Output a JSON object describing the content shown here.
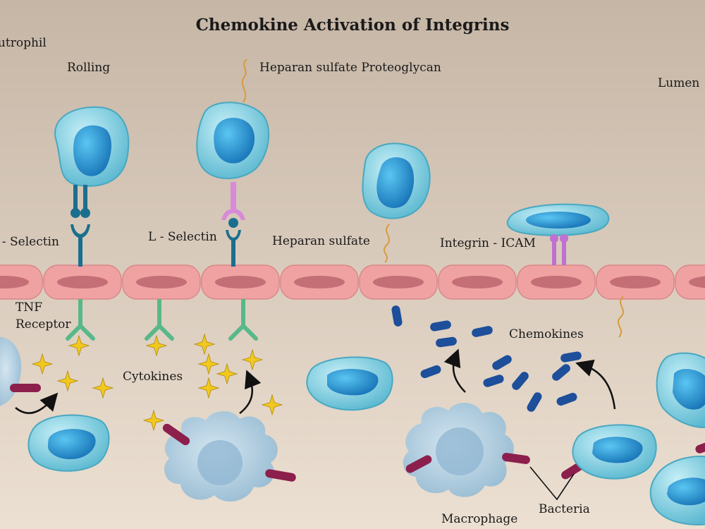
{
  "title": "Chemokine Activation of Integrins",
  "labels": {
    "neutrophil": "Neutrophil",
    "rolling": "Rolling",
    "heparan_sulfate_proteoglycan": "Heparan sulfate Proteoglycan",
    "lumen": "Lumen",
    "p_selectin": "P - Selectin",
    "l_selectin": "L - Selectin",
    "heparan_sulfate": "Heparan sulfate",
    "integrin_icam": "Integrin - ICAM",
    "tnf_receptor_line1": "TNF",
    "tnf_receptor_line2": "Receptor",
    "cytokines": "Cytokines",
    "chemokines": "Chemokines",
    "macrophage": "Macrophage",
    "bacteria": "Bacteria"
  },
  "colors": {
    "background_top": "#c6b6a6",
    "background_bottom": "#ece0d2",
    "endothelium": "#f0a2a2",
    "endothelium_nucleus": "#c46e76",
    "cell_body": "#7fd0e2",
    "cell_nucleus": "#1f8fc8",
    "selectin": "#1b6f8e",
    "l_selectin_tip": "#d88ad8",
    "tnf_receptor": "#58b88a",
    "cytokine": "#f2c81e",
    "chemokine": "#1d4f9a",
    "bacteria": "#8c1f4c",
    "macrophage": "#a8c8dc",
    "integrin": "#c070d0",
    "proteoglycan": "#d89a40"
  }
}
